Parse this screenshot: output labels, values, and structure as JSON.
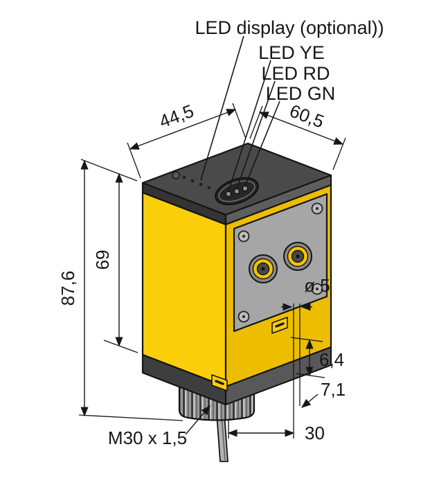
{
  "drawing": {
    "title": "sensor-dimension-drawing",
    "colors": {
      "background": "#ffffff",
      "body_yellow_front": "#FBCE0A",
      "body_yellow_side": "#EDBD00",
      "cap_top": "#4A4A4A",
      "cap_front": "#343434",
      "cap_side": "#5E5E5E",
      "plate": "#A6A6A6",
      "flange_front": "#3E3E3E",
      "flange_side": "#585858",
      "connector_yellow": "#F2C400",
      "line": "#161616"
    },
    "callouts": {
      "led_display": "LED display (optional))",
      "led_ye": "LED YE",
      "led_rd": "LED RD",
      "led_gn": "LED GN"
    },
    "dimensions": {
      "depth": "44,5",
      "width": "60,5",
      "body_height": "69",
      "total_height": "87,6",
      "hole_diameter": "ø 5",
      "hole_offset": "6,4",
      "flange_height": "7,1",
      "cable_stub": "30",
      "thread": "M30 x 1,5"
    }
  }
}
